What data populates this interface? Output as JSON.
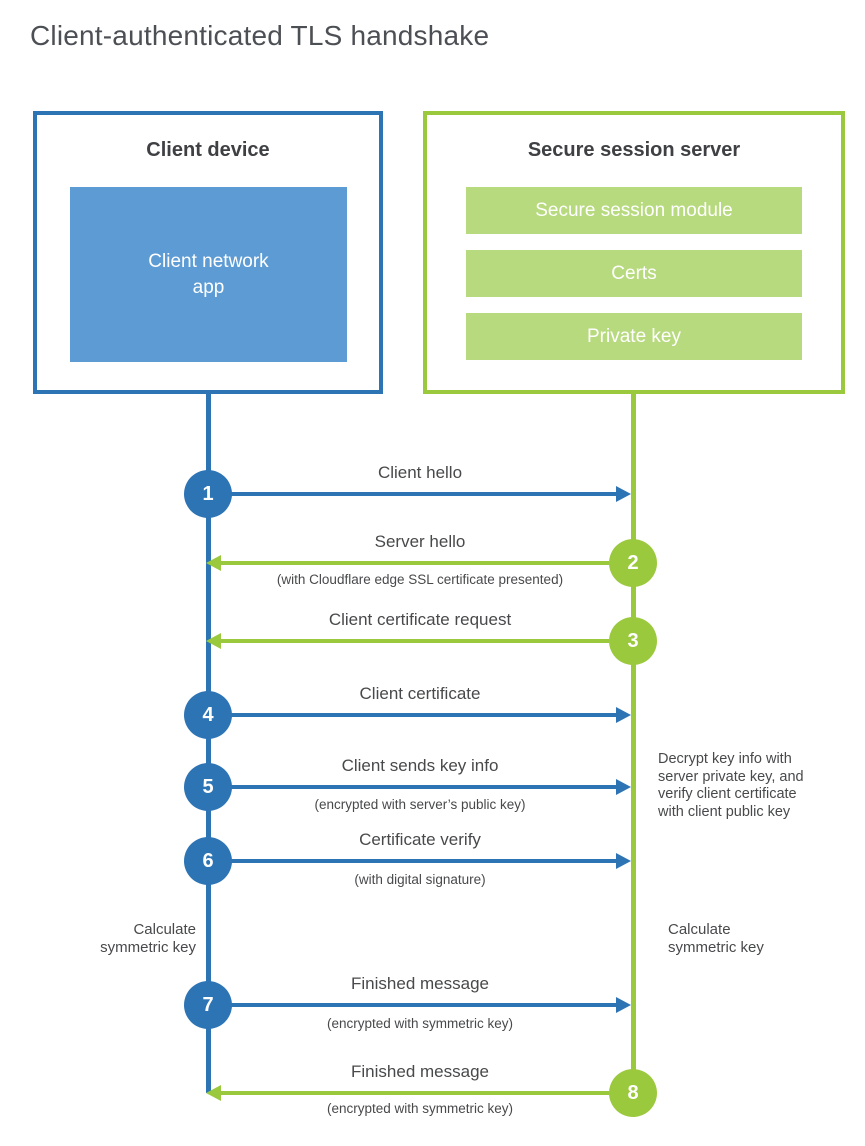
{
  "header": {
    "title": "Client-authenticated TLS handshake"
  },
  "colors": {
    "blue": "#2d74b5",
    "light_blue": "#5c9bd3",
    "green": "#9bc93d",
    "light_green": "#b7da7e",
    "heading": "#3f4043",
    "text": "#48494b",
    "title": "#4c4f54"
  },
  "client_box": {
    "title": "Client device",
    "app_label": "Client network\napp"
  },
  "server_box": {
    "title": "Secure session server",
    "modules": [
      "Secure session module",
      "Certs",
      "Private key"
    ]
  },
  "steps": [
    {
      "num": "1",
      "direction": "right",
      "from": "client",
      "label": "Client hello",
      "sub": ""
    },
    {
      "num": "2",
      "direction": "left",
      "from": "server",
      "label": "Server hello",
      "sub": "(with Cloudflare edge SSL certificate presented)"
    },
    {
      "num": "3",
      "direction": "left",
      "from": "server",
      "label": "Client certificate request",
      "sub": ""
    },
    {
      "num": "4",
      "direction": "right",
      "from": "client",
      "label": "Client certificate",
      "sub": ""
    },
    {
      "num": "5",
      "direction": "right",
      "from": "client",
      "label": "Client sends key info",
      "sub": "(encrypted with server’s public key)"
    },
    {
      "num": "6",
      "direction": "right",
      "from": "client",
      "label": "Certificate verify",
      "sub": "(with digital signature)"
    },
    {
      "num": "7",
      "direction": "right",
      "from": "client",
      "label": "Finished message",
      "sub": "(encrypted with symmetric key)"
    },
    {
      "num": "8",
      "direction": "left",
      "from": "server",
      "label": "Finished message",
      "sub": "(encrypted with symmetric key)"
    }
  ],
  "notes": {
    "left_calculate": "Calculate\nsymmetric key",
    "decrypt": "Decrypt key info with\nserver private key, and\nverify client certificate\nwith client public key",
    "right_calculate": "Calculate\nsymmetric key"
  }
}
